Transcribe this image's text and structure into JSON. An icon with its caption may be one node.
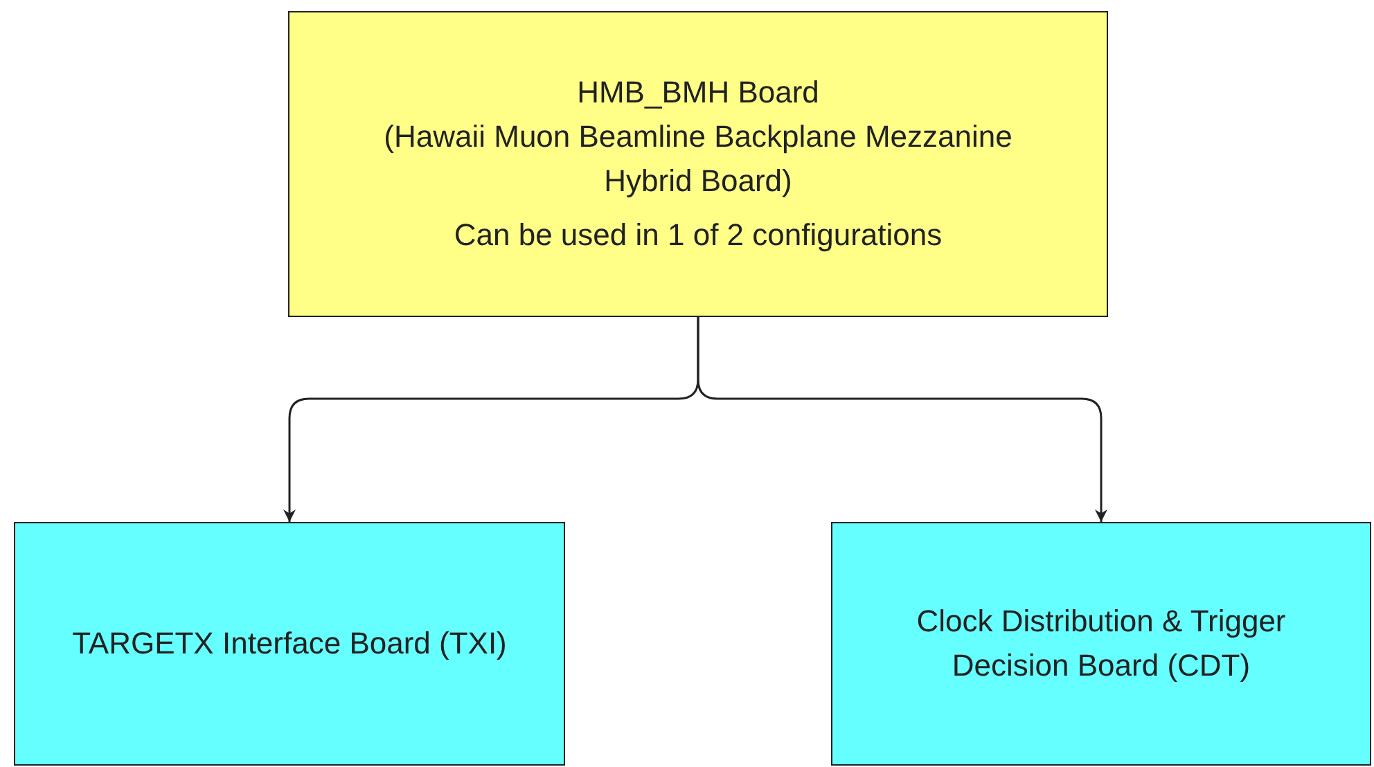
{
  "diagram": {
    "nodes": [
      {
        "text": [
          "HMB_BMH Board",
          "(Hawaii Muon Beamline Backplane Mezzanine Hybrid Board)",
          "Can be used in 1 of 2 configurations"
        ]
      },
      {
        "text": [
          "TARGETX Interface Board (TXI)"
        ]
      },
      {
        "text": [
          "Clock Distribution & Trigger Decision Board (CDT)"
        ]
      }
    ],
    "edges": [
      {
        "from": 0,
        "to": 1,
        "arrow": "to"
      },
      {
        "from": 0,
        "to": 2,
        "arrow": "to"
      }
    ]
  }
}
